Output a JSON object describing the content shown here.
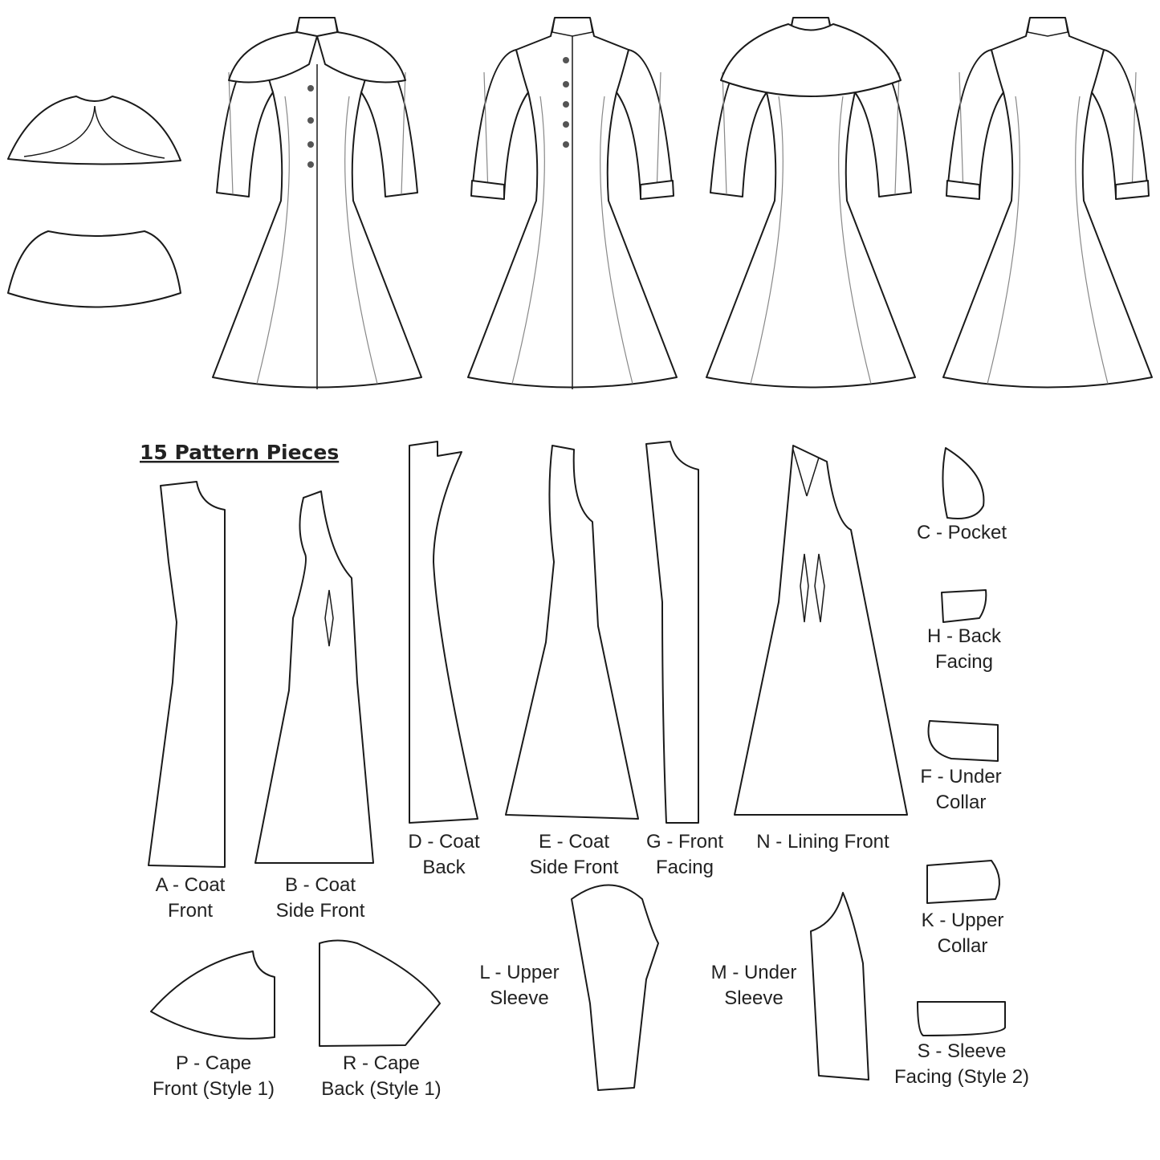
{
  "title": "15 Pattern Pieces",
  "pieces": [
    {
      "id": "A",
      "lines": [
        "A - Coat",
        "Front"
      ]
    },
    {
      "id": "B",
      "lines": [
        "B - Coat",
        "Side Front"
      ]
    },
    {
      "id": "C",
      "lines": [
        "C - Pocket"
      ]
    },
    {
      "id": "D",
      "lines": [
        "D - Coat",
        "Back"
      ]
    },
    {
      "id": "E",
      "lines": [
        "E - Coat",
        "Side Front"
      ]
    },
    {
      "id": "F",
      "lines": [
        "F - Under",
        "Collar"
      ]
    },
    {
      "id": "G",
      "lines": [
        "G - Front",
        "Facing"
      ]
    },
    {
      "id": "H",
      "lines": [
        "H - Back",
        "Facing"
      ]
    },
    {
      "id": "K",
      "lines": [
        "K - Upper",
        "Collar"
      ]
    },
    {
      "id": "L",
      "lines": [
        "L - Upper",
        "Sleeve"
      ]
    },
    {
      "id": "M",
      "lines": [
        "M - Under",
        "Sleeve"
      ]
    },
    {
      "id": "N",
      "lines": [
        "N - Lining Front"
      ]
    },
    {
      "id": "P",
      "lines": [
        "P - Cape",
        "Front (Style 1)"
      ]
    },
    {
      "id": "R",
      "lines": [
        "R - Cape",
        "Back (Style 1)"
      ]
    },
    {
      "id": "S",
      "lines": [
        "S - Sleeve",
        "Facing (Style 2)"
      ]
    }
  ]
}
